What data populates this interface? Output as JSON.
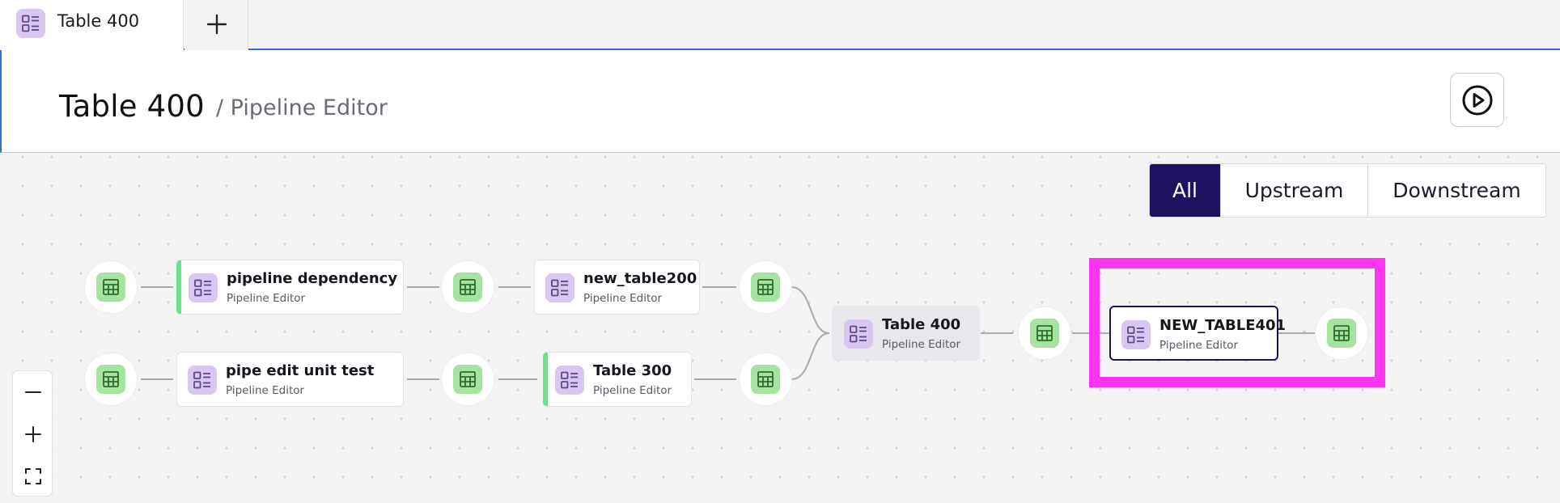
{
  "tabs": [
    {
      "label": "Table 400",
      "icon": "pipeline-icon"
    }
  ],
  "tab_add_icon": "plus-icon",
  "header": {
    "title": "Table 400",
    "subtitle": "/ Pipeline Editor",
    "run_icon": "play-circle-icon"
  },
  "filters": [
    {
      "label": "All",
      "active": true
    },
    {
      "label": "Upstream",
      "active": false
    },
    {
      "label": "Downstream",
      "active": false
    }
  ],
  "nodes": {
    "pipeline_dependency": {
      "title": "pipeline dependency",
      "subtitle": "Pipeline Editor"
    },
    "new_table200": {
      "title": "new_table200",
      "subtitle": "Pipeline Editor"
    },
    "pipe_edit_unit_test": {
      "title": "pipe edit unit test",
      "subtitle": "Pipeline Editor"
    },
    "table300": {
      "title": "Table 300",
      "subtitle": "Pipeline Editor"
    },
    "table400": {
      "title": "Table 400",
      "subtitle": "Pipeline Editor"
    },
    "new_table401": {
      "title": "NEW_TABLE401",
      "subtitle": "Pipeline Editor"
    }
  },
  "dataset_icon": "table-icon",
  "colors": {
    "accent": "#1f1160",
    "highlight": "#ff34ee",
    "dataset_icon_bg": "#a6e3a1",
    "pipeline_icon_bg": "#d9c7f2",
    "status_green": "#6fe08a"
  },
  "zoom_controls": [
    "minus-icon",
    "plus-icon",
    "fit-screen-icon"
  ]
}
